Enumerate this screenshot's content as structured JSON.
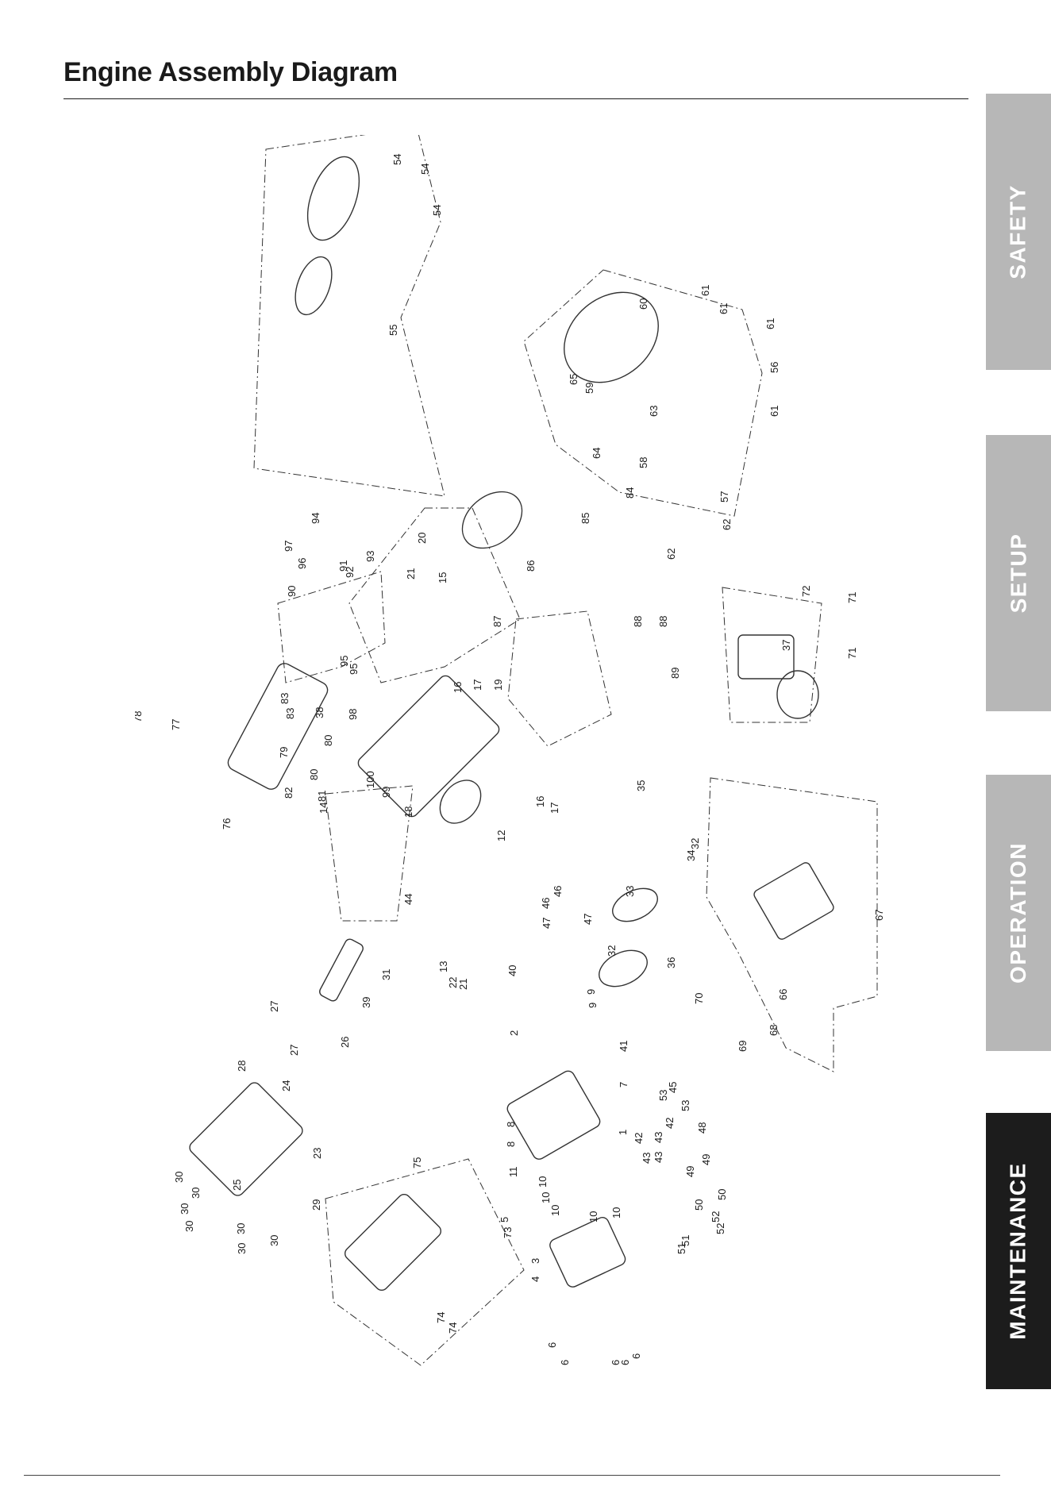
{
  "page": {
    "title": "Engine Assembly Diagram"
  },
  "tabs": [
    {
      "id": "safety",
      "label": "SAFETY",
      "active": false
    },
    {
      "id": "setup",
      "label": "SETUP",
      "active": false
    },
    {
      "id": "operation",
      "label": "OPERATION",
      "active": false
    },
    {
      "id": "maintenance",
      "label": "MAINTENANCE",
      "active": true
    }
  ],
  "colors": {
    "tab_inactive": "#b7b7b7",
    "tab_active": "#1c1c1c",
    "line": "#333333"
  },
  "diagram": {
    "part_labels": [
      "54",
      "54",
      "54",
      "55",
      "60",
      "61",
      "61",
      "61",
      "56",
      "61",
      "65",
      "59",
      "63",
      "64",
      "58",
      "57",
      "62",
      "62",
      "84",
      "85",
      "86",
      "87",
      "88",
      "88",
      "89",
      "72",
      "71",
      "71",
      "37",
      "97",
      "94",
      "96",
      "91",
      "93",
      "92",
      "90",
      "95",
      "95",
      "21",
      "20",
      "15",
      "78",
      "77",
      "76",
      "83",
      "83",
      "38",
      "98",
      "79",
      "80",
      "80",
      "82",
      "81",
      "100",
      "99",
      "14",
      "18",
      "16",
      "17",
      "19",
      "12",
      "16",
      "17",
      "35",
      "32",
      "34",
      "33",
      "46",
      "46",
      "47",
      "47",
      "44",
      "13",
      "22",
      "21",
      "40",
      "32",
      "36",
      "31",
      "39",
      "27",
      "27",
      "26",
      "28",
      "24",
      "9",
      "9",
      "2",
      "41",
      "7",
      "1",
      "8",
      "8",
      "11",
      "10",
      "10",
      "10",
      "10",
      "10",
      "5",
      "73",
      "23",
      "25",
      "29",
      "30",
      "30",
      "30",
      "30",
      "30",
      "30",
      "30",
      "75",
      "74",
      "74",
      "3",
      "4",
      "6",
      "6",
      "6",
      "6",
      "6",
      "53",
      "45",
      "53",
      "42",
      "42",
      "43",
      "43",
      "43",
      "48",
      "49",
      "49",
      "50",
      "50",
      "51",
      "51",
      "52",
      "52",
      "70",
      "69",
      "66",
      "68",
      "67"
    ]
  }
}
